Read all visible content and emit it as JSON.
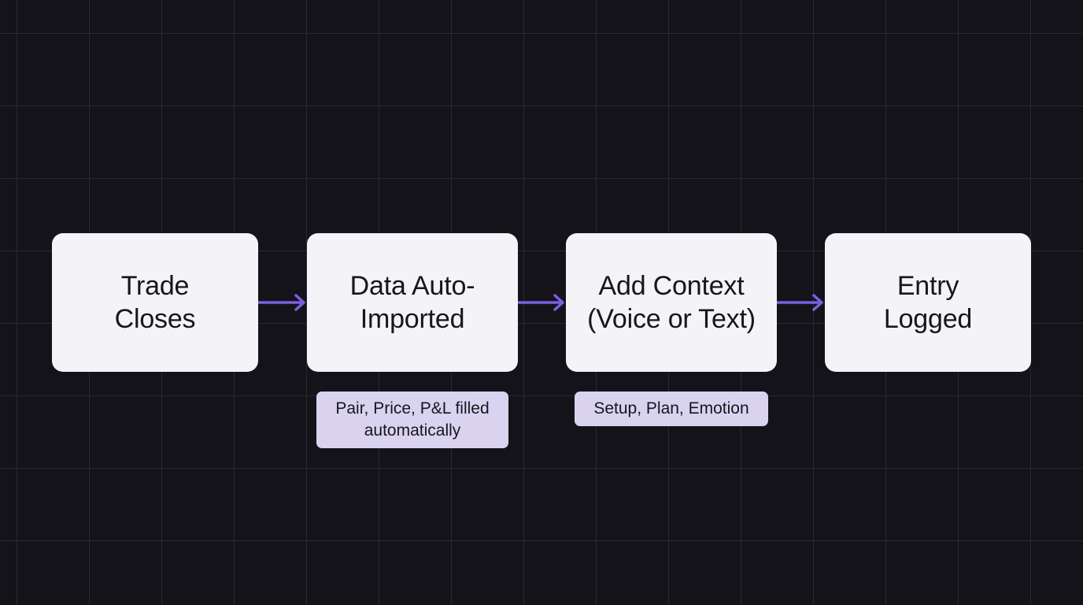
{
  "accent_color": "#7b5fe0",
  "box_color": "#f4f3f8",
  "note_color": "#d9d3f0",
  "background_color": "#141319",
  "steps": [
    {
      "label": "Trade\nCloses"
    },
    {
      "label": "Data Auto-\nImported"
    },
    {
      "label": "Add Context\n(Voice or Text)"
    },
    {
      "label": "Entry\nLogged"
    }
  ],
  "notes": [
    {
      "label": "Pair, Price, P&L filled\nautomatically"
    },
    {
      "label": "Setup, Plan, Emotion"
    }
  ]
}
